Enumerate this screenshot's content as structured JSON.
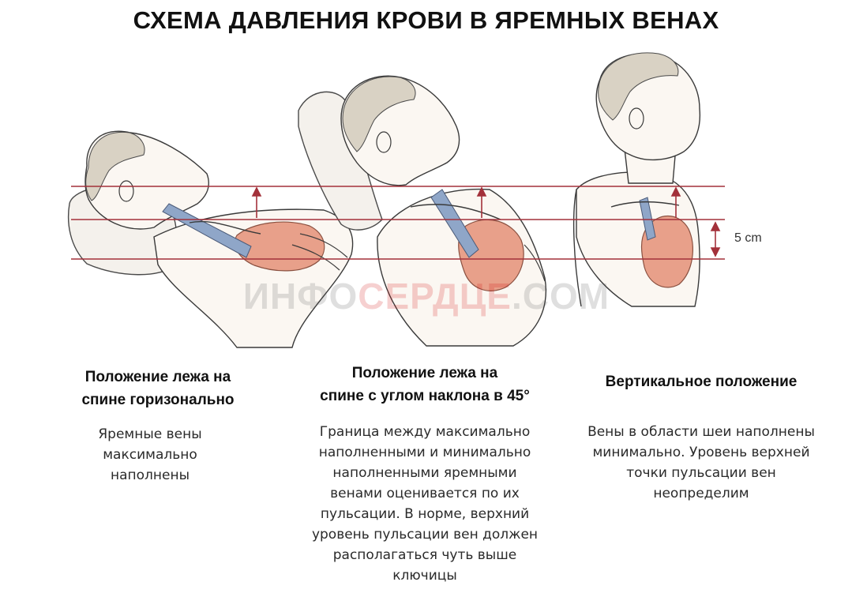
{
  "title": "СХЕМА ДАВЛЕНИЯ КРОВИ В ЯРЕМНЫХ ВЕНАХ",
  "scale_label": "5 cm",
  "watermark": {
    "part1": "ИНФО",
    "part2": "СЕРДЦЕ",
    "part3": ".COM"
  },
  "panels": [
    {
      "heading_line1": "Положение лежа на",
      "heading_line2": "спине горизонально",
      "desc_lines": [
        "Яремные вены",
        "максимально",
        "наполнены"
      ]
    },
    {
      "heading_line1": "Положение лежа на",
      "heading_line2": "спине с углом наклона в 45°",
      "desc_lines": [
        "Граница между максимально",
        "наполненными и минимально",
        "наполненными яремными",
        "венами оценивается по их",
        "пульсации. В норме, верхний",
        "уровень пульсации вен должен",
        "располагаться чуть выше",
        "ключицы"
      ]
    },
    {
      "heading_line1": "Вертикальное положение",
      "heading_line2": "",
      "desc_lines": [
        "Вены в области шеи наполнены",
        "минимально. Уровень верхней",
        "точки пульсации вен",
        "неопределим"
      ]
    }
  ],
  "colors": {
    "reference_line": "#a3313a",
    "heart": "#e8a08a",
    "vein": "#8fa6c8",
    "outline": "#3a3a3a",
    "skin": "#fbf7f2"
  },
  "icons": [
    "up-arrow-icon",
    "double-arrow-icon"
  ]
}
